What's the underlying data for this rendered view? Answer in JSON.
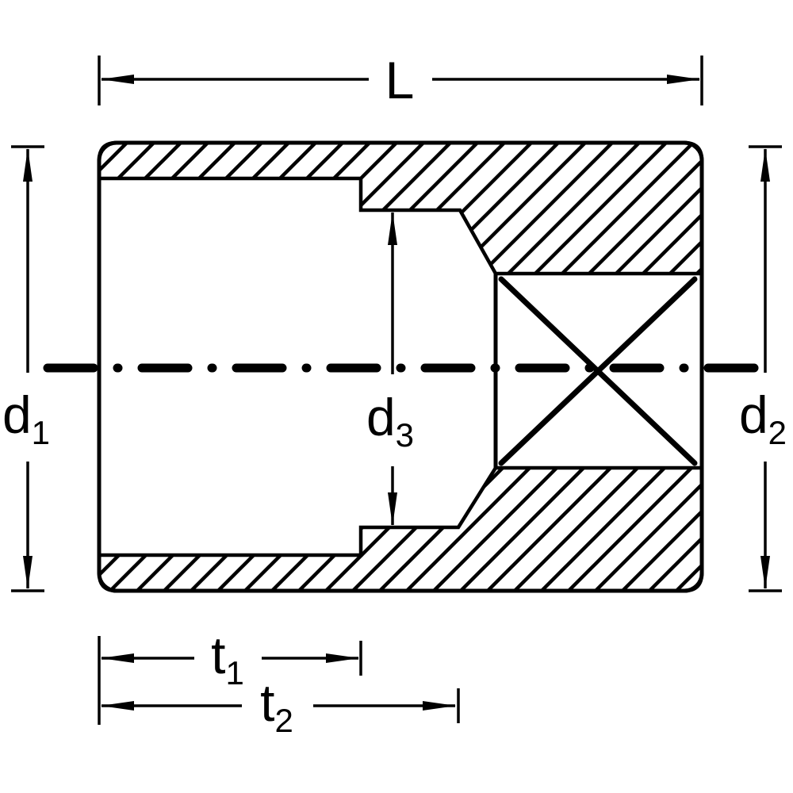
{
  "diagram": {
    "kind": "socket-cross-section-technical-drawing",
    "colors": {
      "line": "#000000",
      "background": "#ffffff"
    },
    "labels": {
      "length": {
        "base": "L",
        "sub": ""
      },
      "d1": {
        "base": "d",
        "sub": "1"
      },
      "d2": {
        "base": "d",
        "sub": "2"
      },
      "d3": {
        "base": "d",
        "sub": "3"
      },
      "t1": {
        "base": "t",
        "sub": "1"
      },
      "t2": {
        "base": "t",
        "sub": "2"
      }
    }
  }
}
